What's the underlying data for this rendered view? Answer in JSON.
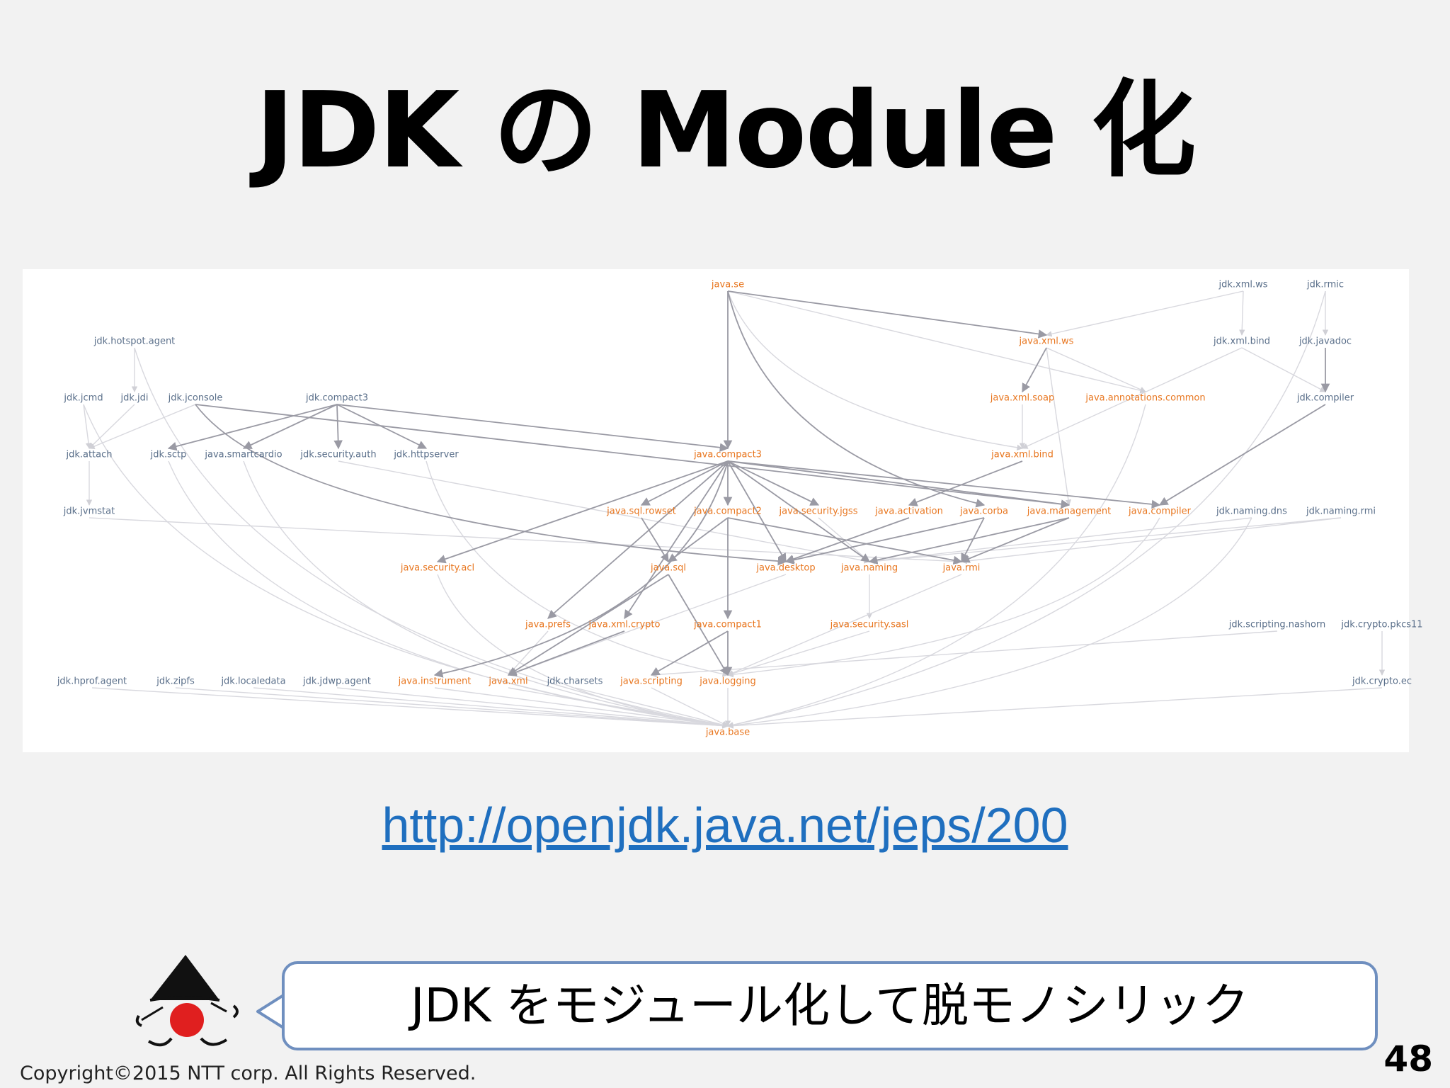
{
  "slide": {
    "title": "JDK の Module 化",
    "link": "http://openjdk.java.net/jeps/200",
    "bubble_text": "JDK をモジュール化して脱モノシリック",
    "copyright": "Copyright©2015  NTT corp. All Rights Reserved.",
    "page_number": "48"
  },
  "colors": {
    "java_module": "#e8761f",
    "jdk_module": "#5a6f8a",
    "edge_strong": "#9a9aa4",
    "edge_light": "#d8d8de",
    "link": "#1f6fbf",
    "bubble_border": "#6f8fbf"
  },
  "diagram": {
    "nodes": [
      {
        "id": "java.se",
        "label": "java.se",
        "kind": "java"
      },
      {
        "id": "jdk.xml.ws",
        "label": "jdk.xml.ws",
        "kind": "jdk"
      },
      {
        "id": "jdk.rmic",
        "label": "jdk.rmic",
        "kind": "jdk"
      },
      {
        "id": "jdk.hotspot.agent",
        "label": "jdk.hotspot.agent",
        "kind": "jdk"
      },
      {
        "id": "java.xml.ws",
        "label": "java.xml.ws",
        "kind": "java"
      },
      {
        "id": "jdk.xml.bind",
        "label": "jdk.xml.bind",
        "kind": "jdk"
      },
      {
        "id": "jdk.javadoc",
        "label": "jdk.javadoc",
        "kind": "jdk"
      },
      {
        "id": "jdk.jcmd",
        "label": "jdk.jcmd",
        "kind": "jdk"
      },
      {
        "id": "jdk.jdi",
        "label": "jdk.jdi",
        "kind": "jdk"
      },
      {
        "id": "jdk.jconsole",
        "label": "jdk.jconsole",
        "kind": "jdk"
      },
      {
        "id": "jdk.compact3",
        "label": "jdk.compact3",
        "kind": "jdk"
      },
      {
        "id": "java.xml.soap",
        "label": "java.xml.soap",
        "kind": "java"
      },
      {
        "id": "java.annotations.common",
        "label": "java.annotations.common",
        "kind": "java"
      },
      {
        "id": "jdk.compiler",
        "label": "jdk.compiler",
        "kind": "jdk"
      },
      {
        "id": "jdk.attach",
        "label": "jdk.attach",
        "kind": "jdk"
      },
      {
        "id": "jdk.sctp",
        "label": "jdk.sctp",
        "kind": "jdk"
      },
      {
        "id": "java.smartcardio",
        "label": "java.smartcardio",
        "kind": "jdk"
      },
      {
        "id": "jdk.security.auth",
        "label": "jdk.security.auth",
        "kind": "jdk"
      },
      {
        "id": "jdk.httpserver",
        "label": "jdk.httpserver",
        "kind": "jdk"
      },
      {
        "id": "java.compact3",
        "label": "java.compact3",
        "kind": "java"
      },
      {
        "id": "java.xml.bind",
        "label": "java.xml.bind",
        "kind": "java"
      },
      {
        "id": "jdk.jvmstat",
        "label": "jdk.jvmstat",
        "kind": "jdk"
      },
      {
        "id": "java.sql.rowset",
        "label": "java.sql.rowset",
        "kind": "java"
      },
      {
        "id": "java.compact2",
        "label": "java.compact2",
        "kind": "java"
      },
      {
        "id": "java.security.jgss",
        "label": "java.security.jgss",
        "kind": "java"
      },
      {
        "id": "java.activation",
        "label": "java.activation",
        "kind": "java"
      },
      {
        "id": "java.corba",
        "label": "java.corba",
        "kind": "java"
      },
      {
        "id": "java.management",
        "label": "java.management",
        "kind": "java"
      },
      {
        "id": "java.compiler",
        "label": "java.compiler",
        "kind": "java"
      },
      {
        "id": "jdk.naming.dns",
        "label": "jdk.naming.dns",
        "kind": "jdk"
      },
      {
        "id": "jdk.naming.rmi",
        "label": "jdk.naming.rmi",
        "kind": "jdk"
      },
      {
        "id": "java.security.acl",
        "label": "java.security.acl",
        "kind": "java"
      },
      {
        "id": "java.sql",
        "label": "java.sql",
        "kind": "java"
      },
      {
        "id": "java.desktop",
        "label": "java.desktop",
        "kind": "java"
      },
      {
        "id": "java.naming",
        "label": "java.naming",
        "kind": "java"
      },
      {
        "id": "java.rmi",
        "label": "java.rmi",
        "kind": "java"
      },
      {
        "id": "java.prefs",
        "label": "java.prefs",
        "kind": "java"
      },
      {
        "id": "java.xml.crypto",
        "label": "java.xml.crypto",
        "kind": "java"
      },
      {
        "id": "java.compact1",
        "label": "java.compact1",
        "kind": "java"
      },
      {
        "id": "java.security.sasl",
        "label": "java.security.sasl",
        "kind": "java"
      },
      {
        "id": "jdk.scripting.nashorn",
        "label": "jdk.scripting.nashorn",
        "kind": "jdk"
      },
      {
        "id": "jdk.crypto.pkcs11",
        "label": "jdk.crypto.pkcs11",
        "kind": "jdk"
      },
      {
        "id": "jdk.hprof.agent",
        "label": "jdk.hprof.agent",
        "kind": "jdk"
      },
      {
        "id": "jdk.zipfs",
        "label": "jdk.zipfs",
        "kind": "jdk"
      },
      {
        "id": "jdk.localedata",
        "label": "jdk.localedata",
        "kind": "jdk"
      },
      {
        "id": "jdk.jdwp.agent",
        "label": "jdk.jdwp.agent",
        "kind": "jdk"
      },
      {
        "id": "java.instrument",
        "label": "java.instrument",
        "kind": "java"
      },
      {
        "id": "java.xml",
        "label": "java.xml",
        "kind": "java"
      },
      {
        "id": "jdk.charsets",
        "label": "jdk.charsets",
        "kind": "jdk"
      },
      {
        "id": "java.scripting",
        "label": "java.scripting",
        "kind": "java"
      },
      {
        "id": "java.logging",
        "label": "java.logging",
        "kind": "java"
      },
      {
        "id": "jdk.crypto.ec",
        "label": "jdk.crypto.ec",
        "kind": "jdk"
      },
      {
        "id": "java.base",
        "label": "java.base",
        "kind": "java"
      }
    ],
    "edges_strong": [
      [
        "java.se",
        "java.compact3"
      ],
      [
        "java.se",
        "java.xml.ws"
      ],
      [
        "java.se",
        "java.corba"
      ],
      [
        "java.xml.ws",
        "java.xml.soap"
      ],
      [
        "jdk.javadoc",
        "jdk.compiler"
      ],
      [
        "jdk.compiler",
        "java.compiler"
      ],
      [
        "jdk.compact3",
        "jdk.sctp"
      ],
      [
        "jdk.compact3",
        "java.smartcardio"
      ],
      [
        "jdk.compact3",
        "jdk.security.auth"
      ],
      [
        "jdk.compact3",
        "jdk.httpserver"
      ],
      [
        "jdk.compact3",
        "java.compact3"
      ],
      [
        "java.compact3",
        "java.sql.rowset"
      ],
      [
        "java.compact3",
        "java.compact2"
      ],
      [
        "java.compact3",
        "java.security.jgss"
      ],
      [
        "java.compact3",
        "java.management"
      ],
      [
        "java.compact3",
        "java.compiler"
      ],
      [
        "java.compact3",
        "java.security.acl"
      ],
      [
        "java.compact3",
        "java.instrument"
      ],
      [
        "java.compact3",
        "java.prefs"
      ],
      [
        "java.compact3",
        "java.xml.crypto"
      ],
      [
        "java.compact3",
        "java.desktop"
      ],
      [
        "java.compact3",
        "java.naming"
      ],
      [
        "jdk.jconsole",
        "java.desktop"
      ],
      [
        "jdk.jconsole",
        "java.management"
      ],
      [
        "java.xml.bind",
        "java.activation"
      ],
      [
        "java.sql.rowset",
        "java.sql"
      ],
      [
        "java.compact2",
        "java.sql"
      ],
      [
        "java.compact2",
        "java.rmi"
      ],
      [
        "java.compact2",
        "java.compact1"
      ],
      [
        "java.activation",
        "java.desktop"
      ],
      [
        "java.corba",
        "java.desktop"
      ],
      [
        "java.corba",
        "java.rmi"
      ],
      [
        "java.management",
        "java.naming"
      ],
      [
        "java.management",
        "java.rmi"
      ],
      [
        "java.sql",
        "java.xml"
      ],
      [
        "java.sql",
        "java.logging"
      ],
      [
        "java.compact1",
        "java.logging"
      ],
      [
        "java.compact1",
        "java.scripting"
      ],
      [
        "java.xml.crypto",
        "java.xml"
      ]
    ],
    "edges_light": [
      [
        "jdk.xml.ws",
        "java.xml.ws"
      ],
      [
        "jdk.xml.ws",
        "jdk.xml.bind"
      ],
      [
        "jdk.rmic",
        "jdk.javadoc"
      ],
      [
        "jdk.xml.bind",
        "java.xml.bind"
      ],
      [
        "jdk.xml.bind",
        "jdk.compiler"
      ],
      [
        "jdk.hotspot.agent",
        "jdk.jdi"
      ],
      [
        "jdk.jcmd",
        "jdk.attach"
      ],
      [
        "jdk.jdi",
        "jdk.attach"
      ],
      [
        "jdk.jconsole",
        "jdk.attach"
      ],
      [
        "jdk.attach",
        "jdk.jvmstat"
      ],
      [
        "java.xml.ws",
        "java.annotations.common"
      ],
      [
        "java.xml.soap",
        "java.xml.bind"
      ],
      [
        "java.xml.ws",
        "java.management"
      ],
      [
        "java.se",
        "java.annotations.common"
      ],
      [
        "java.se",
        "java.xml.bind"
      ],
      [
        "jdk.jvmstat",
        "java.rmi"
      ],
      [
        "jdk.naming.dns",
        "java.naming"
      ],
      [
        "jdk.naming.rmi",
        "java.naming"
      ],
      [
        "jdk.naming.rmi",
        "java.rmi"
      ],
      [
        "java.naming",
        "java.security.sasl"
      ],
      [
        "java.security.jgss",
        "java.naming"
      ],
      [
        "jdk.crypto.pkcs11",
        "jdk.crypto.ec"
      ],
      [
        "jdk.hprof.agent",
        "java.base"
      ],
      [
        "jdk.zipfs",
        "java.base"
      ],
      [
        "jdk.localedata",
        "java.base"
      ],
      [
        "jdk.jdwp.agent",
        "java.base"
      ],
      [
        "java.instrument",
        "java.base"
      ],
      [
        "java.xml",
        "java.base"
      ],
      [
        "jdk.charsets",
        "java.base"
      ],
      [
        "java.scripting",
        "java.base"
      ],
      [
        "java.logging",
        "java.base"
      ],
      [
        "jdk.crypto.ec",
        "java.base"
      ],
      [
        "jdk.scripting.nashorn",
        "java.scripting"
      ],
      [
        "jdk.sctp",
        "java.base"
      ],
      [
        "java.smartcardio",
        "java.base"
      ],
      [
        "java.security.acl",
        "java.base"
      ],
      [
        "java.prefs",
        "java.xml"
      ],
      [
        "java.desktop",
        "java.xml"
      ],
      [
        "java.security.sasl",
        "java.logging"
      ],
      [
        "jdk.hotspot.agent",
        "java.base"
      ],
      [
        "jdk.jcmd",
        "java.base"
      ],
      [
        "java.compiler",
        "java.logging"
      ],
      [
        "jdk.compiler",
        "java.compiler"
      ],
      [
        "jdk.httpserver",
        "java.logging"
      ],
      [
        "java.rmi",
        "java.logging"
      ],
      [
        "jdk.security.auth",
        "java.naming"
      ],
      [
        "java.annotations.common",
        "java.base"
      ],
      [
        "jdk.rmic",
        "java.base"
      ],
      [
        "jdk.naming.dns",
        "java.base"
      ]
    ]
  }
}
